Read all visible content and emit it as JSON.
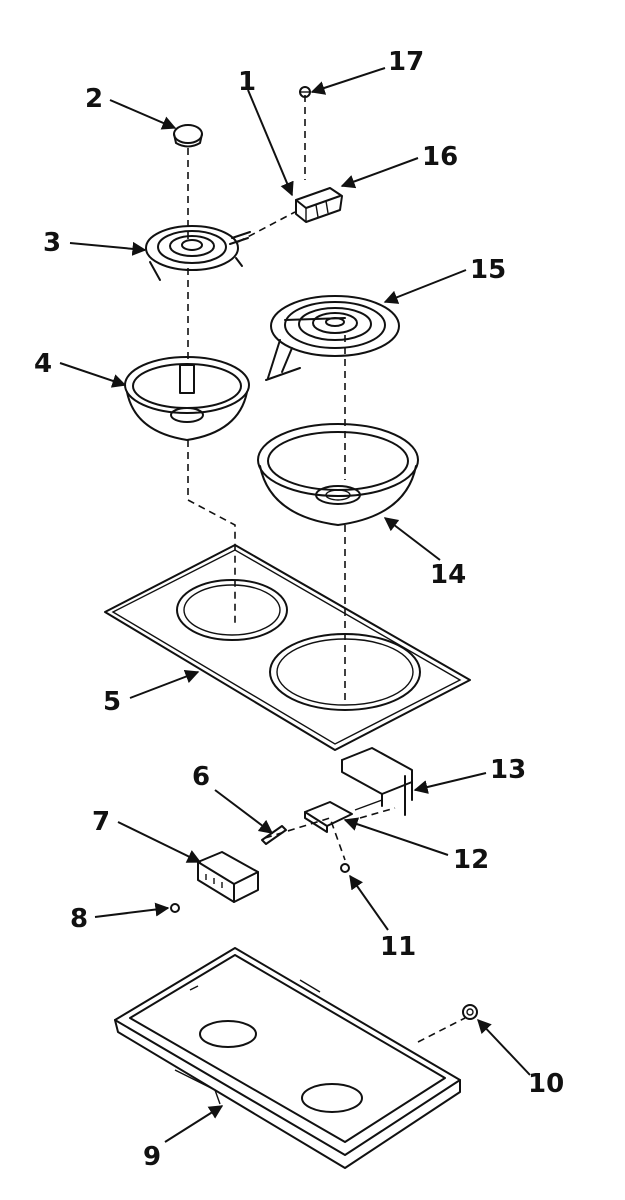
{
  "parts": [
    {
      "id": "part-1",
      "callout": "1"
    },
    {
      "id": "part-2",
      "callout": "2"
    },
    {
      "id": "part-3",
      "callout": "3"
    },
    {
      "id": "part-4",
      "callout": "4"
    },
    {
      "id": "part-5",
      "callout": "5"
    },
    {
      "id": "part-6",
      "callout": "6"
    },
    {
      "id": "part-7",
      "callout": "7"
    },
    {
      "id": "part-8",
      "callout": "8"
    },
    {
      "id": "part-9",
      "callout": "9"
    },
    {
      "id": "part-10",
      "callout": "10"
    },
    {
      "id": "part-11",
      "callout": "11"
    },
    {
      "id": "part-12",
      "callout": "12"
    },
    {
      "id": "part-13",
      "callout": "13"
    },
    {
      "id": "part-14",
      "callout": "14"
    },
    {
      "id": "part-15",
      "callout": "15"
    },
    {
      "id": "part-16",
      "callout": "16"
    },
    {
      "id": "part-17",
      "callout": "17"
    }
  ]
}
